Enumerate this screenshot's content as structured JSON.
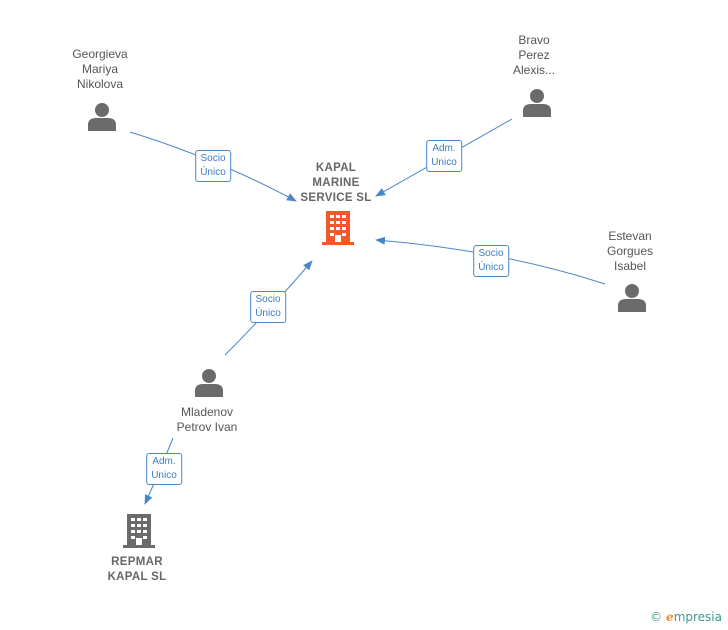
{
  "colors": {
    "edge": "#4a86c8",
    "person": "#6b6b6b",
    "main_company": "#f0592a",
    "company": "#6b6b6b"
  },
  "nodes": {
    "main": {
      "label": "KAPAL\nMARINE\nSERVICE  SL",
      "icon": "building-icon"
    },
    "georgieva": {
      "label": "Georgieva\nMariya\nNikolova",
      "icon": "person-icon"
    },
    "bravo": {
      "label": "Bravo\nPerez\nAlexis...",
      "icon": "person-icon"
    },
    "estevan": {
      "label": "Estevan\nGorgues\nIsabel",
      "icon": "person-icon"
    },
    "mladenov": {
      "label": "Mladenov\nPetrov Ivan",
      "icon": "person-icon"
    },
    "repmar": {
      "label": "REPMAR\nKAPAL  SL",
      "icon": "building-icon"
    }
  },
  "edges": {
    "georgieva_main": "Socio\nÚnico",
    "bravo_main": "Adm.\nUnico",
    "estevan_main": "Socio\nÚnico",
    "mladenov_main": "Socio\nÚnico",
    "mladenov_repmar": "Adm.\nUnico"
  },
  "brand": {
    "copyright": "©",
    "e": "e",
    "name": "mpresia"
  }
}
